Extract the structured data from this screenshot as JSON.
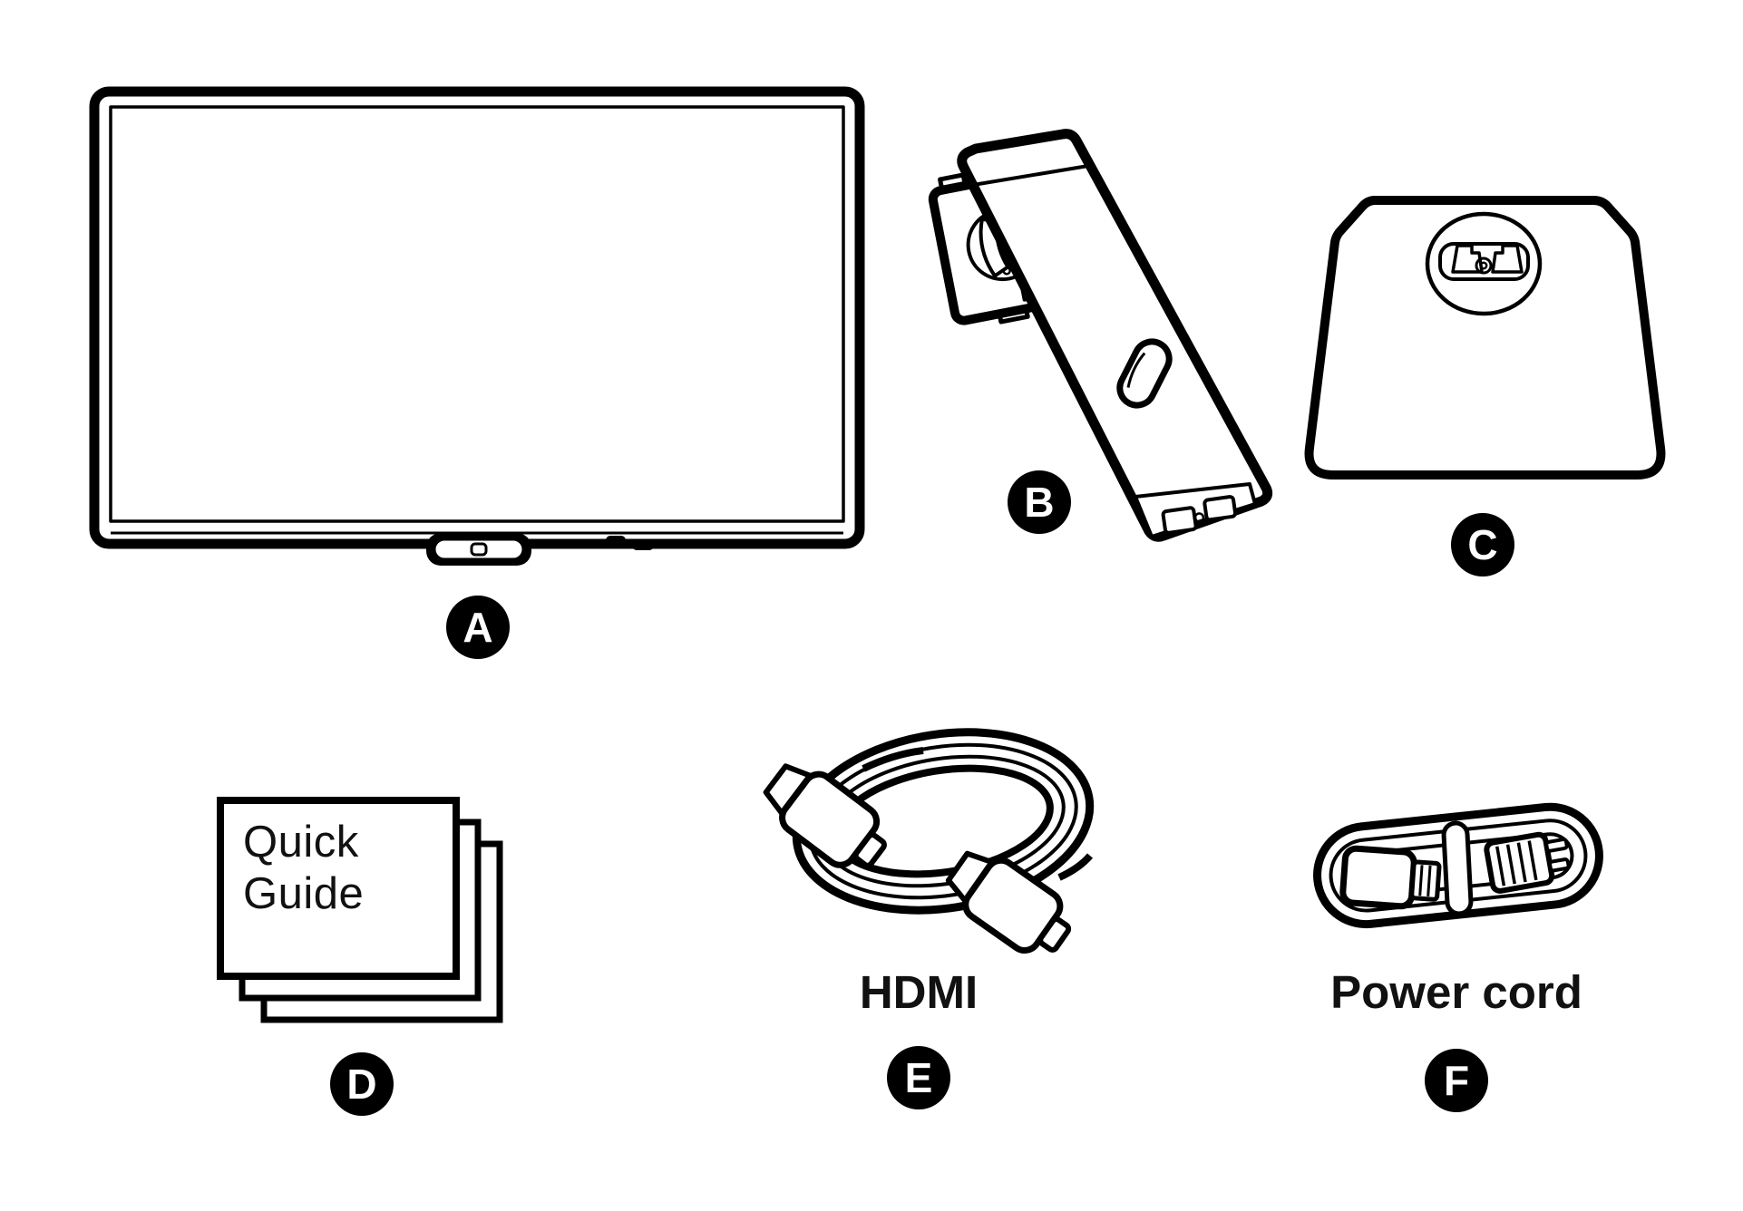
{
  "page": {
    "background_color": "#ffffff",
    "line_color": "#000000",
    "badge_fill": "#000000",
    "badge_text_color": "#ffffff"
  },
  "items": {
    "monitor": {
      "badge": "A"
    },
    "stand_arm": {
      "badge": "B"
    },
    "stand_base": {
      "badge": "C"
    },
    "quick_guide": {
      "badge": "D",
      "cover_line1": "Quick",
      "cover_line2": "Guide"
    },
    "hdmi_cable": {
      "badge": "E",
      "caption": "HDMI"
    },
    "power_cord": {
      "badge": "F",
      "caption": "Power cord"
    }
  }
}
